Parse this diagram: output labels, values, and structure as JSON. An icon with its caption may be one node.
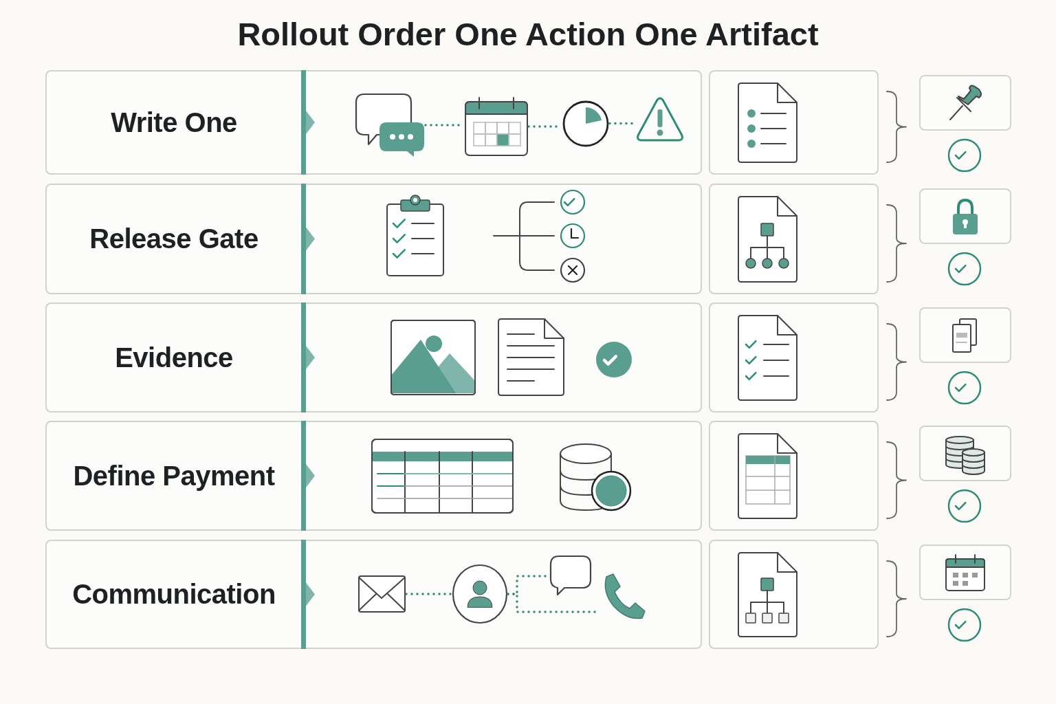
{
  "diagram": {
    "title": "Rollout Order One Action One Artifact",
    "nodes": [
      {
        "text": [
          "Write One"
        ]
      },
      {
        "text": [],
        "shape": "picture",
        "in": 0
      },
      {
        "text": [],
        "shape": "picture",
        "in": 0
      },
      {
        "text": [],
        "shape": "picture",
        "in": 0
      },
      {
        "text": [],
        "shape": "picture",
        "in": 0
      },
      {
        "text": [],
        "shape": "box"
      },
      {
        "text": [],
        "shape": "box"
      },
      {
        "text": [
          "Release Gate"
        ]
      },
      {
        "text": [],
        "shape": "box"
      },
      {
        "text": [],
        "shape": "box"
      },
      {
        "text": [
          "Evidence"
        ]
      },
      {
        "text": [],
        "shape": "box"
      },
      {
        "text": [],
        "shape": "box"
      },
      {
        "text": [
          "Define Payment"
        ]
      },
      {
        "text": [],
        "shape": "box"
      },
      {
        "text": [],
        "shape": "box"
      },
      {
        "text": [
          "Communication"
        ]
      },
      {
        "text": [],
        "shape": "box",
        "in": 16
      },
      {
        "text": [],
        "shape": "circle",
        "in": 16
      },
      {
        "text": [],
        "shape": "circle",
        "in": 16
      },
      {
        "text": [],
        "shape": "picture",
        "in": 16
      },
      {
        "text": [],
        "shape": "box"
      },
      {
        "text": [],
        "shape": "box"
      }
    ],
    "edges": [
      {
        "from": 1,
        "to": 2,
        "arrow": "none"
      },
      {
        "from": 2,
        "to": 3,
        "arrow": "none"
      },
      {
        "from": 3,
        "to": 4,
        "arrow": "none"
      },
      {
        "from": 17,
        "to": 18,
        "arrow": "none"
      },
      {
        "from": 18,
        "to": 19,
        "arrow": "none"
      },
      {
        "from": 18,
        "to": 20,
        "arrow": "none"
      }
    ]
  }
}
